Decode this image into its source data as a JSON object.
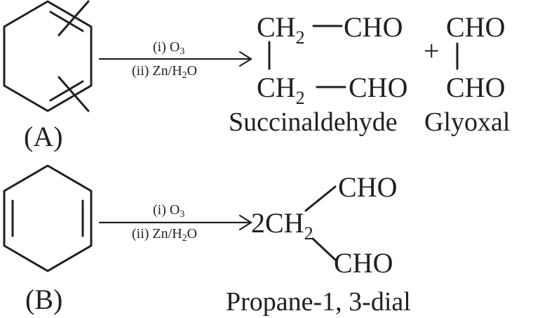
{
  "reaction_a": {
    "label": "(A)",
    "reagent_1": "(i) O",
    "reagent_1_sub": "3",
    "reagent_2": "(ii) Zn/H",
    "reagent_2_sub": "2",
    "reagent_2_tail": "O",
    "ch2_top": "CH",
    "ch2_top_sub": "2",
    "cho_top": "CHO",
    "ch2_bottom": "CH",
    "ch2_bottom_sub": "2",
    "cho_bottom": "CHO",
    "plus": "+",
    "glyoxal_top": "CHO",
    "glyoxal_bottom": "CHO",
    "product_1_name": "Succinaldehyde",
    "product_2_name": "Glyoxal"
  },
  "reaction_b": {
    "label": "(B)",
    "reagent_1": "(i) O",
    "reagent_1_sub": "3",
    "reagent_2": "(ii) Zn/H",
    "reagent_2_sub": "2",
    "reagent_2_tail": "O",
    "coefficient": "2CH",
    "coefficient_sub": "2",
    "cho_top": "CHO",
    "cho_bottom": "CHO",
    "product_name": "Propane-1, 3-dial"
  }
}
